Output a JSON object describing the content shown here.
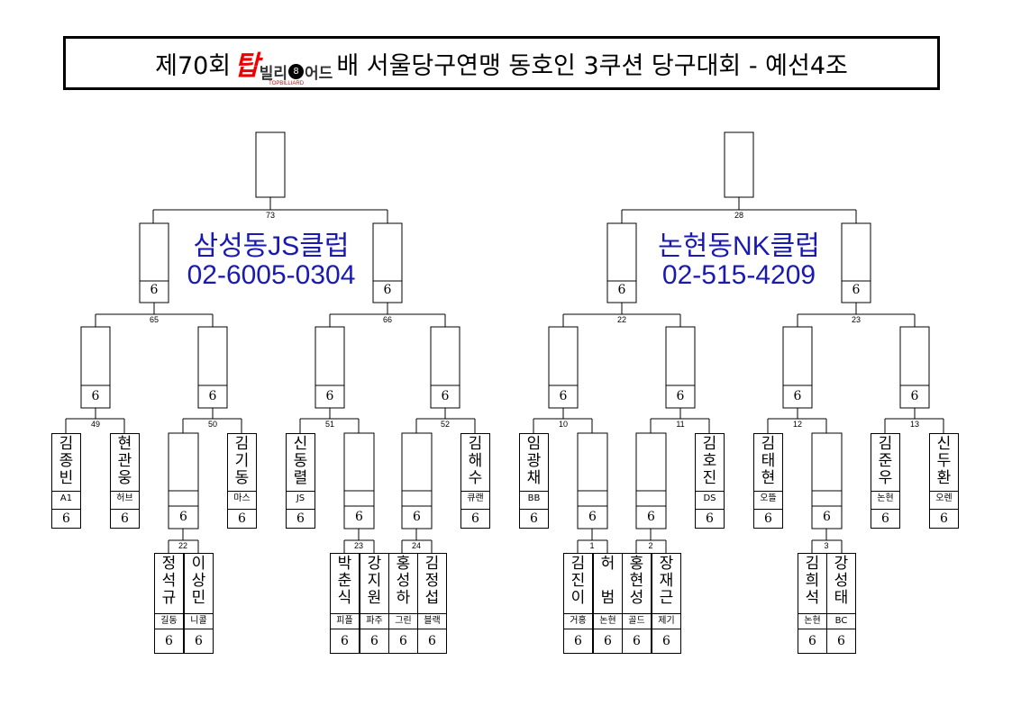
{
  "title": {
    "prefix": "제70회",
    "logo_main": "탑",
    "logo_rest": "빌리",
    "logo_ball": "8",
    "logo_rest2": "어드",
    "logo_sub": "TOPBILLIARD",
    "suffix": "배 서울당구연맹 동호인 3쿠션 당구대회 - 예선4조"
  },
  "clubs": [
    {
      "name": "삼성동JS클럽",
      "phone": "02-6005-0304"
    },
    {
      "name": "논현동NK클럽",
      "phone": "02-515-4209"
    }
  ],
  "score_glyph": "6",
  "match_numbers": {
    "m73": "73",
    "m28": "28",
    "m65": "65",
    "m66": "66",
    "m22": "22",
    "m23": "23",
    "m49": "49",
    "m50": "50",
    "m51": "51",
    "m52": "52",
    "m10": "10",
    "m11": "11",
    "m12": "12",
    "m13": "13",
    "m22b": "22",
    "m23b": "23",
    "m24": "24",
    "m1": "1",
    "m2": "2",
    "m3": "3"
  },
  "players": {
    "p1": {
      "name": [
        "김",
        "종",
        "빈"
      ],
      "club": "A1"
    },
    "p2": {
      "name": [
        "현",
        "관",
        "웅"
      ],
      "club": "허브"
    },
    "p3": {
      "name": [
        "김",
        "기",
        "동"
      ],
      "club": "마스"
    },
    "p4": {
      "name": [
        "신",
        "동",
        "렬"
      ],
      "club": "JS"
    },
    "p5": {
      "name": [
        "김",
        "해",
        "수"
      ],
      "club": "큐랜"
    },
    "p6": {
      "name": [
        "임",
        "광",
        "채"
      ],
      "club": "BB"
    },
    "p7": {
      "name": [
        "김",
        "호",
        "진"
      ],
      "club": "DS"
    },
    "p8": {
      "name": [
        "김",
        "태",
        "현"
      ],
      "club": "오뜰"
    },
    "p9": {
      "name": [
        "김",
        "준",
        "우"
      ],
      "club": "논현"
    },
    "p10": {
      "name": [
        "신",
        "두",
        "환"
      ],
      "club": "오렌"
    },
    "q1": {
      "name": [
        "정",
        "석",
        "규"
      ],
      "club": "길동"
    },
    "q2": {
      "name": [
        "이",
        "상",
        "민"
      ],
      "club": "니콜"
    },
    "q3": {
      "name": [
        "박",
        "춘",
        "식"
      ],
      "club": "피플"
    },
    "q4": {
      "name": [
        "강",
        "지",
        "원"
      ],
      "club": "파주"
    },
    "q5": {
      "name": [
        "홍",
        "성",
        "하"
      ],
      "club": "그린"
    },
    "q6": {
      "name": [
        "김",
        "정",
        "섭"
      ],
      "club": "블랙"
    },
    "q7": {
      "name": [
        "김",
        "진",
        "이"
      ],
      "club": "거홍"
    },
    "q8": {
      "name": [
        "허",
        "",
        "범"
      ],
      "club": "논현"
    },
    "q9": {
      "name": [
        "홍",
        "현",
        "성"
      ],
      "club": "골드"
    },
    "q10": {
      "name": [
        "장",
        "재",
        "근"
      ],
      "club": "제기"
    },
    "q11": {
      "name": [
        "김",
        "희",
        "석"
      ],
      "club": "논현"
    },
    "q12": {
      "name": [
        "강",
        "성",
        "태"
      ],
      "club": "BC"
    }
  }
}
